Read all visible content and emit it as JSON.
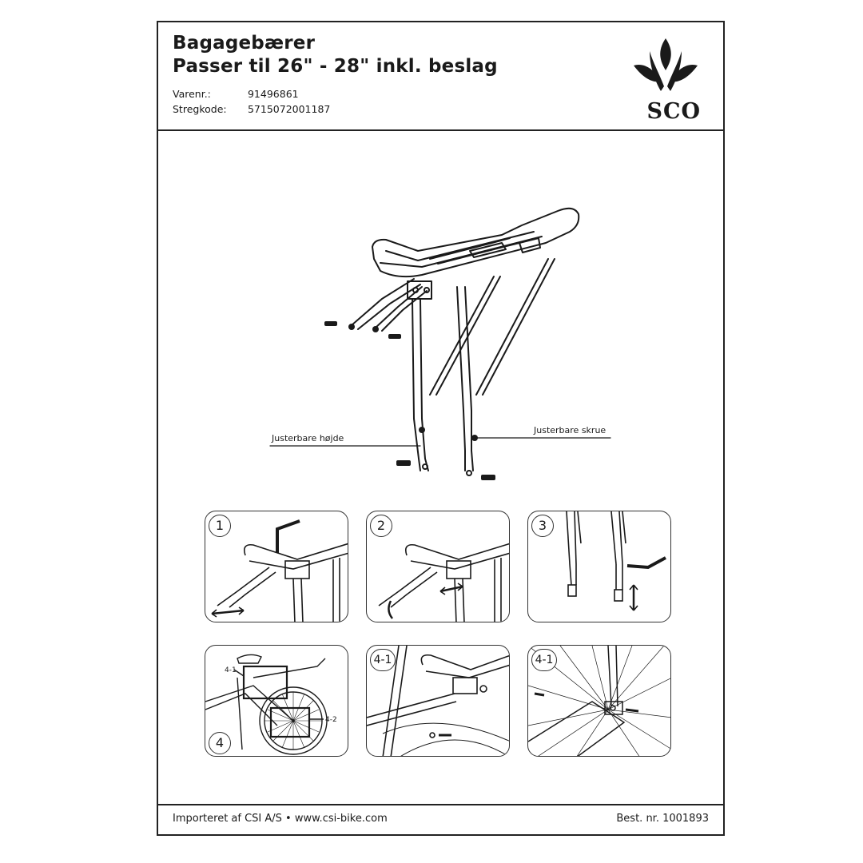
{
  "header": {
    "title_line1": "Bagagebærer",
    "title_line2": "Passer til 26\" - 28\" inkl. beslag",
    "item_no_label": "Varenr.:",
    "item_no": "91496861",
    "barcode_label": "Stregkode:",
    "barcode": "5715072001187",
    "logo_text": "SCO"
  },
  "diagram": {
    "callout_left": "Justerbare højde",
    "callout_right": "Justerbare skrue"
  },
  "steps": [
    {
      "label": "1"
    },
    {
      "label": "2"
    },
    {
      "label": "3"
    },
    {
      "label": "4",
      "sub_labels": [
        "4-1",
        "4-2"
      ]
    },
    {
      "label": "4-1"
    },
    {
      "label": "4-1"
    }
  ],
  "footer": {
    "importer": "Importeret af CSI A/S  •  www.csi-bike.com",
    "order_no": "Best. nr. 1001893"
  }
}
